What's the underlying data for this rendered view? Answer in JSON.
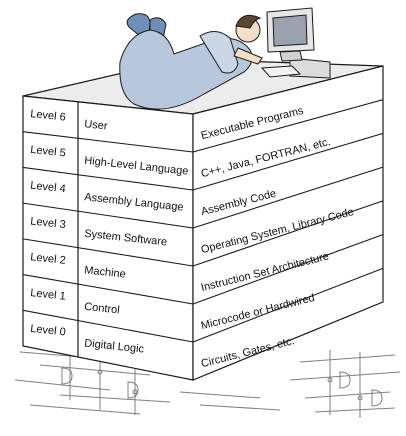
{
  "levels": [
    {
      "level": "Level 6",
      "name": "User",
      "implementation": "Executable Programs"
    },
    {
      "level": "Level 5",
      "name": "High-Level Language",
      "implementation": "C++, Java, FORTRAN, etc."
    },
    {
      "level": "Level 4",
      "name": "Assembly Language",
      "implementation": "Assembly Code"
    },
    {
      "level": "Level 3",
      "name": "System Software",
      "implementation": "Operating System, Library Code"
    },
    {
      "level": "Level 2",
      "name": "Machine",
      "implementation": "Instruction Set Architecture"
    },
    {
      "level": "Level 1",
      "name": "Control",
      "implementation": "Microcode or Hardwired"
    },
    {
      "level": "Level 0",
      "name": "Digital Logic",
      "implementation": "Circuits, Gates, etc."
    }
  ],
  "illustration": {
    "top": "person-lying-at-computer",
    "floor": "circuit-schematic"
  },
  "colors": {
    "line": "#1a1a1a",
    "top_face": "#ececec",
    "person": "#b8c8dc",
    "monitor": "#e6e6e6"
  }
}
